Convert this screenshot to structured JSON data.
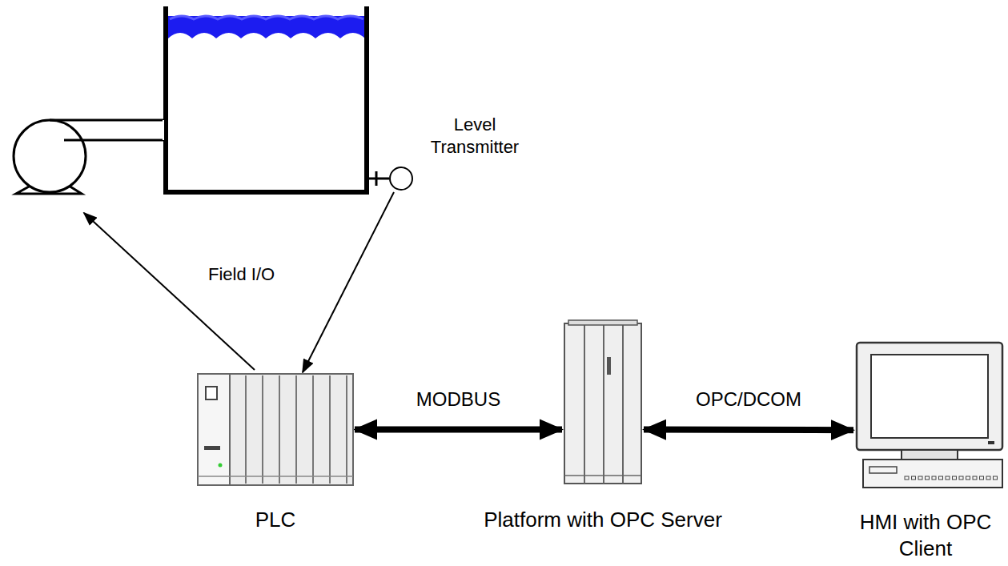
{
  "diagram": {
    "nodes": [
      {
        "text": [
          "Level Transmitter"
        ]
      },
      {
        "text": [
          "PLC"
        ]
      },
      {
        "text": [
          "Platform with OPC Server"
        ]
      },
      {
        "text": [
          "HMI with OPC Client"
        ]
      }
    ],
    "edges": [
      {
        "from": 0,
        "to": 1,
        "arrow": "to"
      },
      {
        "from": 1,
        "to": 2,
        "label": "MODBUS",
        "arrow": "both"
      },
      {
        "from": 2,
        "to": 3,
        "label": "OPC/DCOM",
        "arrow": "both"
      }
    ],
    "labels": [
      "Field I/O"
    ]
  }
}
